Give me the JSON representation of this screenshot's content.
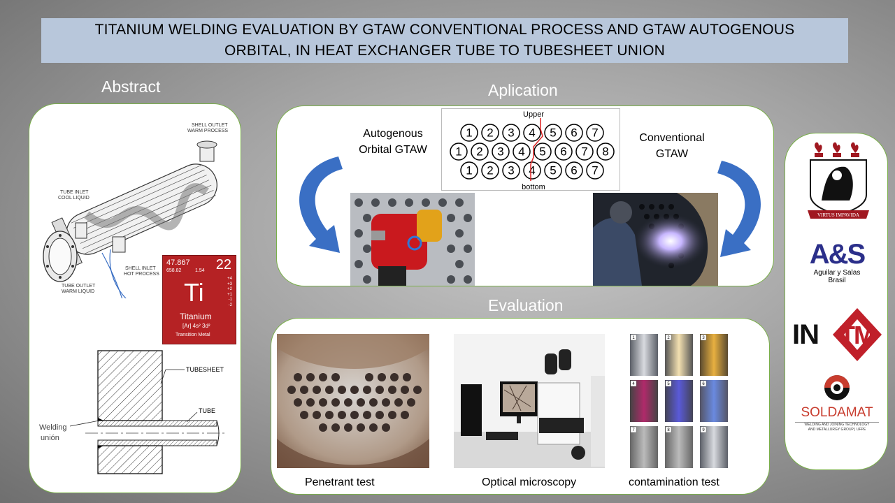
{
  "title": {
    "line1": "TITANIUM WELDING EVALUATION BY GTAW CONVENTIONAL PROCESS AND GTAW AUTOGENOUS",
    "line2": "ORBITAL, IN HEAT EXCHANGER TUBE TO TUBESHEET UNION"
  },
  "abstract": {
    "heading": "Abstract",
    "hx_labels": {
      "shell_outlet_1": "SHELL OUTLET",
      "shell_outlet_2": "WARM PROCESS",
      "tube_inlet_1": "TUBE INLET",
      "tube_inlet_2": "COOL LIQUID",
      "shell_inlet_1": "SHELL INLET",
      "shell_inlet_2": "HOT PROCESS",
      "tube_outlet_1": "TUBE OUTLET",
      "tube_outlet_2": "WARM LIQUID"
    },
    "element": {
      "mass": "47.867",
      "number": "22",
      "sub1": "658.82",
      "sub2": "1.54",
      "symbol": "Ti",
      "name": "Titanium",
      "config": "[Ar] 4s² 3d²",
      "category": "Transition Metal",
      "oxidation": [
        "+4",
        "+3",
        "+2",
        "+1",
        "-1",
        "-2"
      ]
    },
    "joint": {
      "tubesheet": "TUBESHEET",
      "tube": "TUBE",
      "welding_1": "Welding",
      "welding_2": "unión"
    }
  },
  "application": {
    "heading": "Aplication",
    "left_label_1": "Autogenous",
    "left_label_2": "Orbital GTAW",
    "right_label_1": "Conventional",
    "right_label_2": "GTAW",
    "diagram": {
      "top": "Upper",
      "bottom": "bottom",
      "row1": [
        "1",
        "2",
        "3",
        "4",
        "5",
        "6",
        "7"
      ],
      "row2": [
        "1",
        "2",
        "3",
        "4",
        "5",
        "6",
        "7",
        "8"
      ],
      "row3": [
        "1",
        "2",
        "3",
        "4",
        "5",
        "6",
        "7"
      ]
    }
  },
  "evaluation": {
    "heading": "Evaluation",
    "captions": [
      "Penetrant test",
      "Optical microscopy",
      "contamination test"
    ],
    "grid_numbers": [
      "1",
      "2",
      "3",
      "4",
      "5",
      "6",
      "7",
      "8",
      "9"
    ]
  },
  "logos": {
    "virtus": "VIRTUS IMPAVIDA",
    "as_mark": "A&S",
    "as_name_1": "Aguilar y Salas",
    "as_name_2": "Brasil",
    "intm_in": "IN",
    "intm_tm": "TM",
    "soldamat": "SOLDAMAT",
    "soldamat_sub_1": "WELDING AND JOINING TECHNOLOGY",
    "soldamat_sub_2": "AND METALLURGY GROUP | UFPE"
  },
  "colors": {
    "title_bg": "#b8c7db",
    "panel_border": "#7ab04a",
    "arrow_blue": "#3a6fc4",
    "element_red": "#b52224",
    "intm_red": "#c0202a",
    "soldamat_red": "#c83c2e"
  }
}
